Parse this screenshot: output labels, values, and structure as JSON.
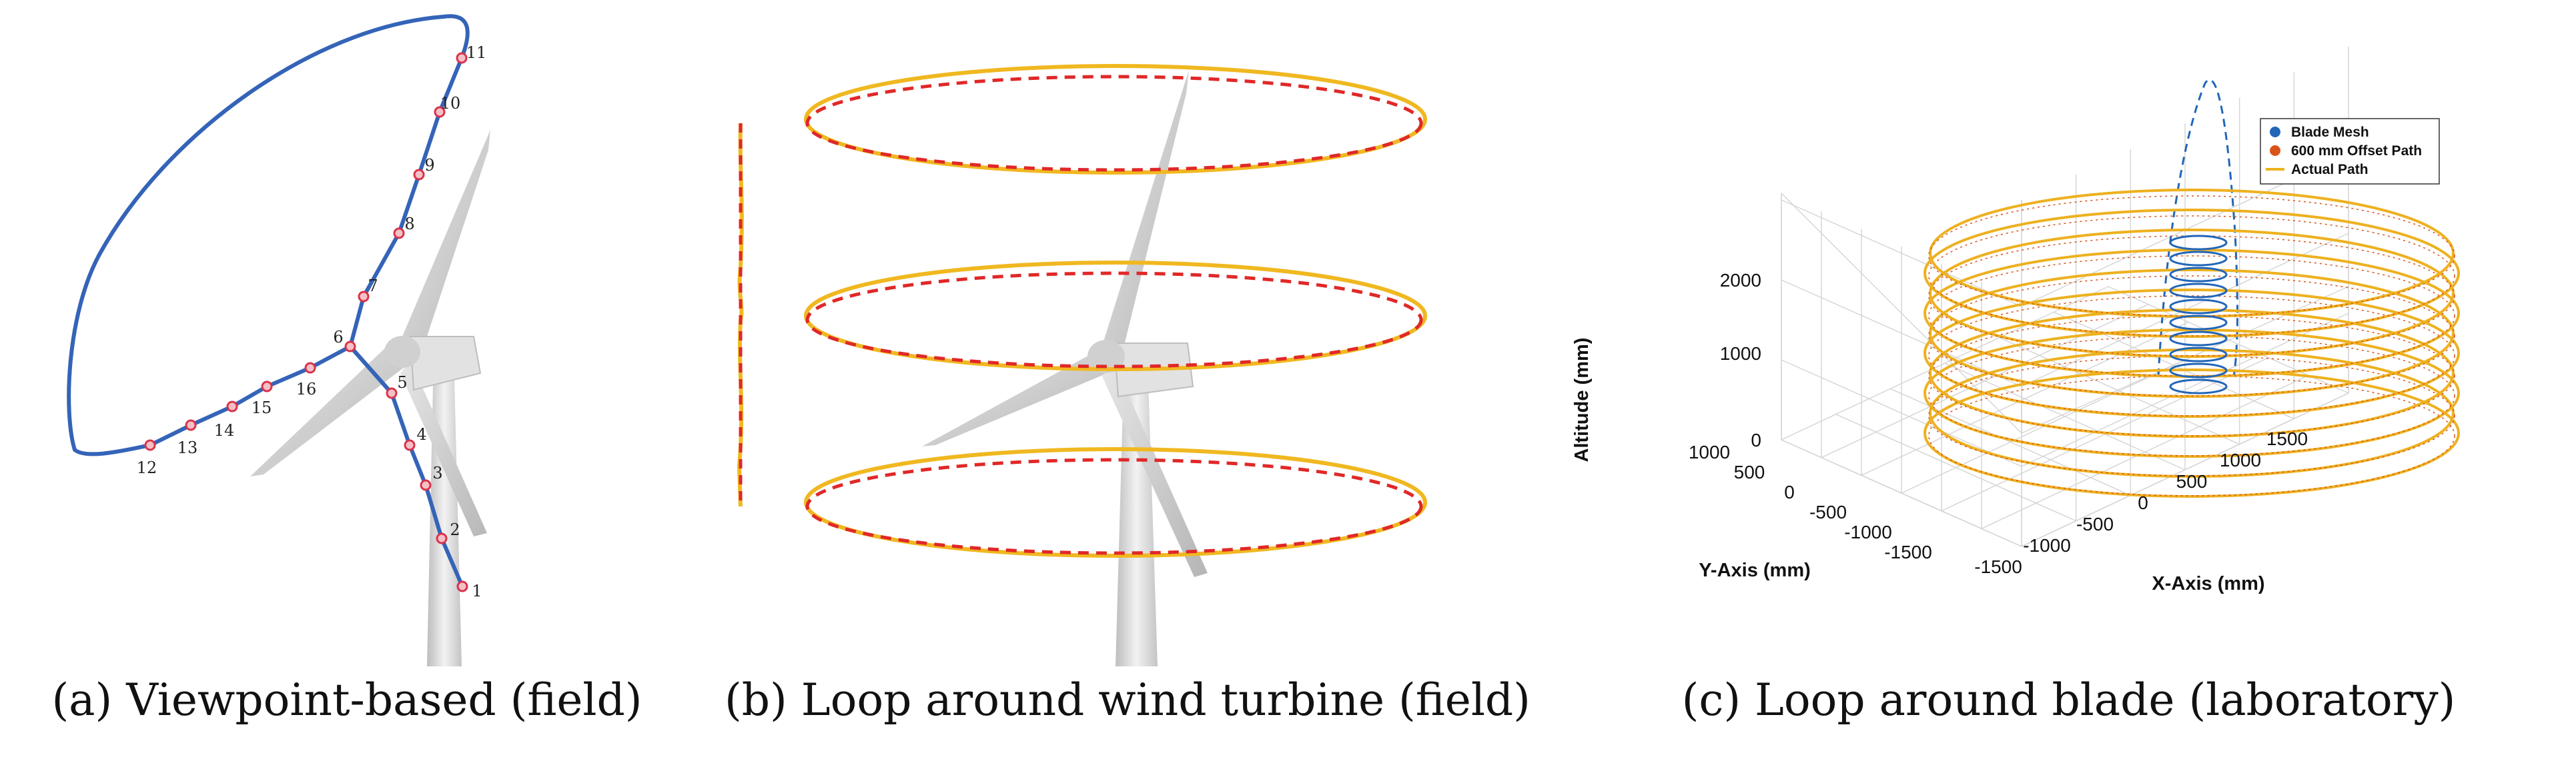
{
  "panels": [
    {
      "caption": "(a) Viewpoint-based (field)",
      "waypoint_labels": [
        "1",
        "2",
        "3",
        "4",
        "5",
        "6",
        "7",
        "8",
        "9",
        "10",
        "11",
        "12",
        "13",
        "14",
        "15",
        "16"
      ]
    },
    {
      "caption": "(b) Loop around wind turbine (field)"
    },
    {
      "caption": "(c) Loop around blade (laboratory)",
      "chart_data": {
        "type": "line",
        "zlabel": "Altitude (mm)",
        "ylabel": "Y-Axis (mm)",
        "xlabel": "X-Axis (mm)",
        "z_ticks": [
          "0",
          "1000",
          "2000"
        ],
        "y_ticks": [
          "1000",
          "500",
          "0",
          "-500",
          "-1000",
          "-1500"
        ],
        "x_ticks": [
          "-1500",
          "-1000",
          "-500",
          "0",
          "500",
          "1000",
          "1500"
        ],
        "zlim": [
          0,
          3000
        ],
        "legend_position": "top-right",
        "series": [
          {
            "name": "Blade Mesh",
            "color": "#2266b8"
          },
          {
            "name": "600 mm Offset Path",
            "color": "#d95319"
          },
          {
            "name": "Actual Path",
            "color": "#edb120"
          }
        ]
      }
    }
  ],
  "colors": {
    "flight_path_a": "#3464b8",
    "waypoint_marker": "#d9334a",
    "planned_path_b": "#e02828",
    "actual_path_b": "#f0b820",
    "turbine": "#d8d8d8"
  }
}
